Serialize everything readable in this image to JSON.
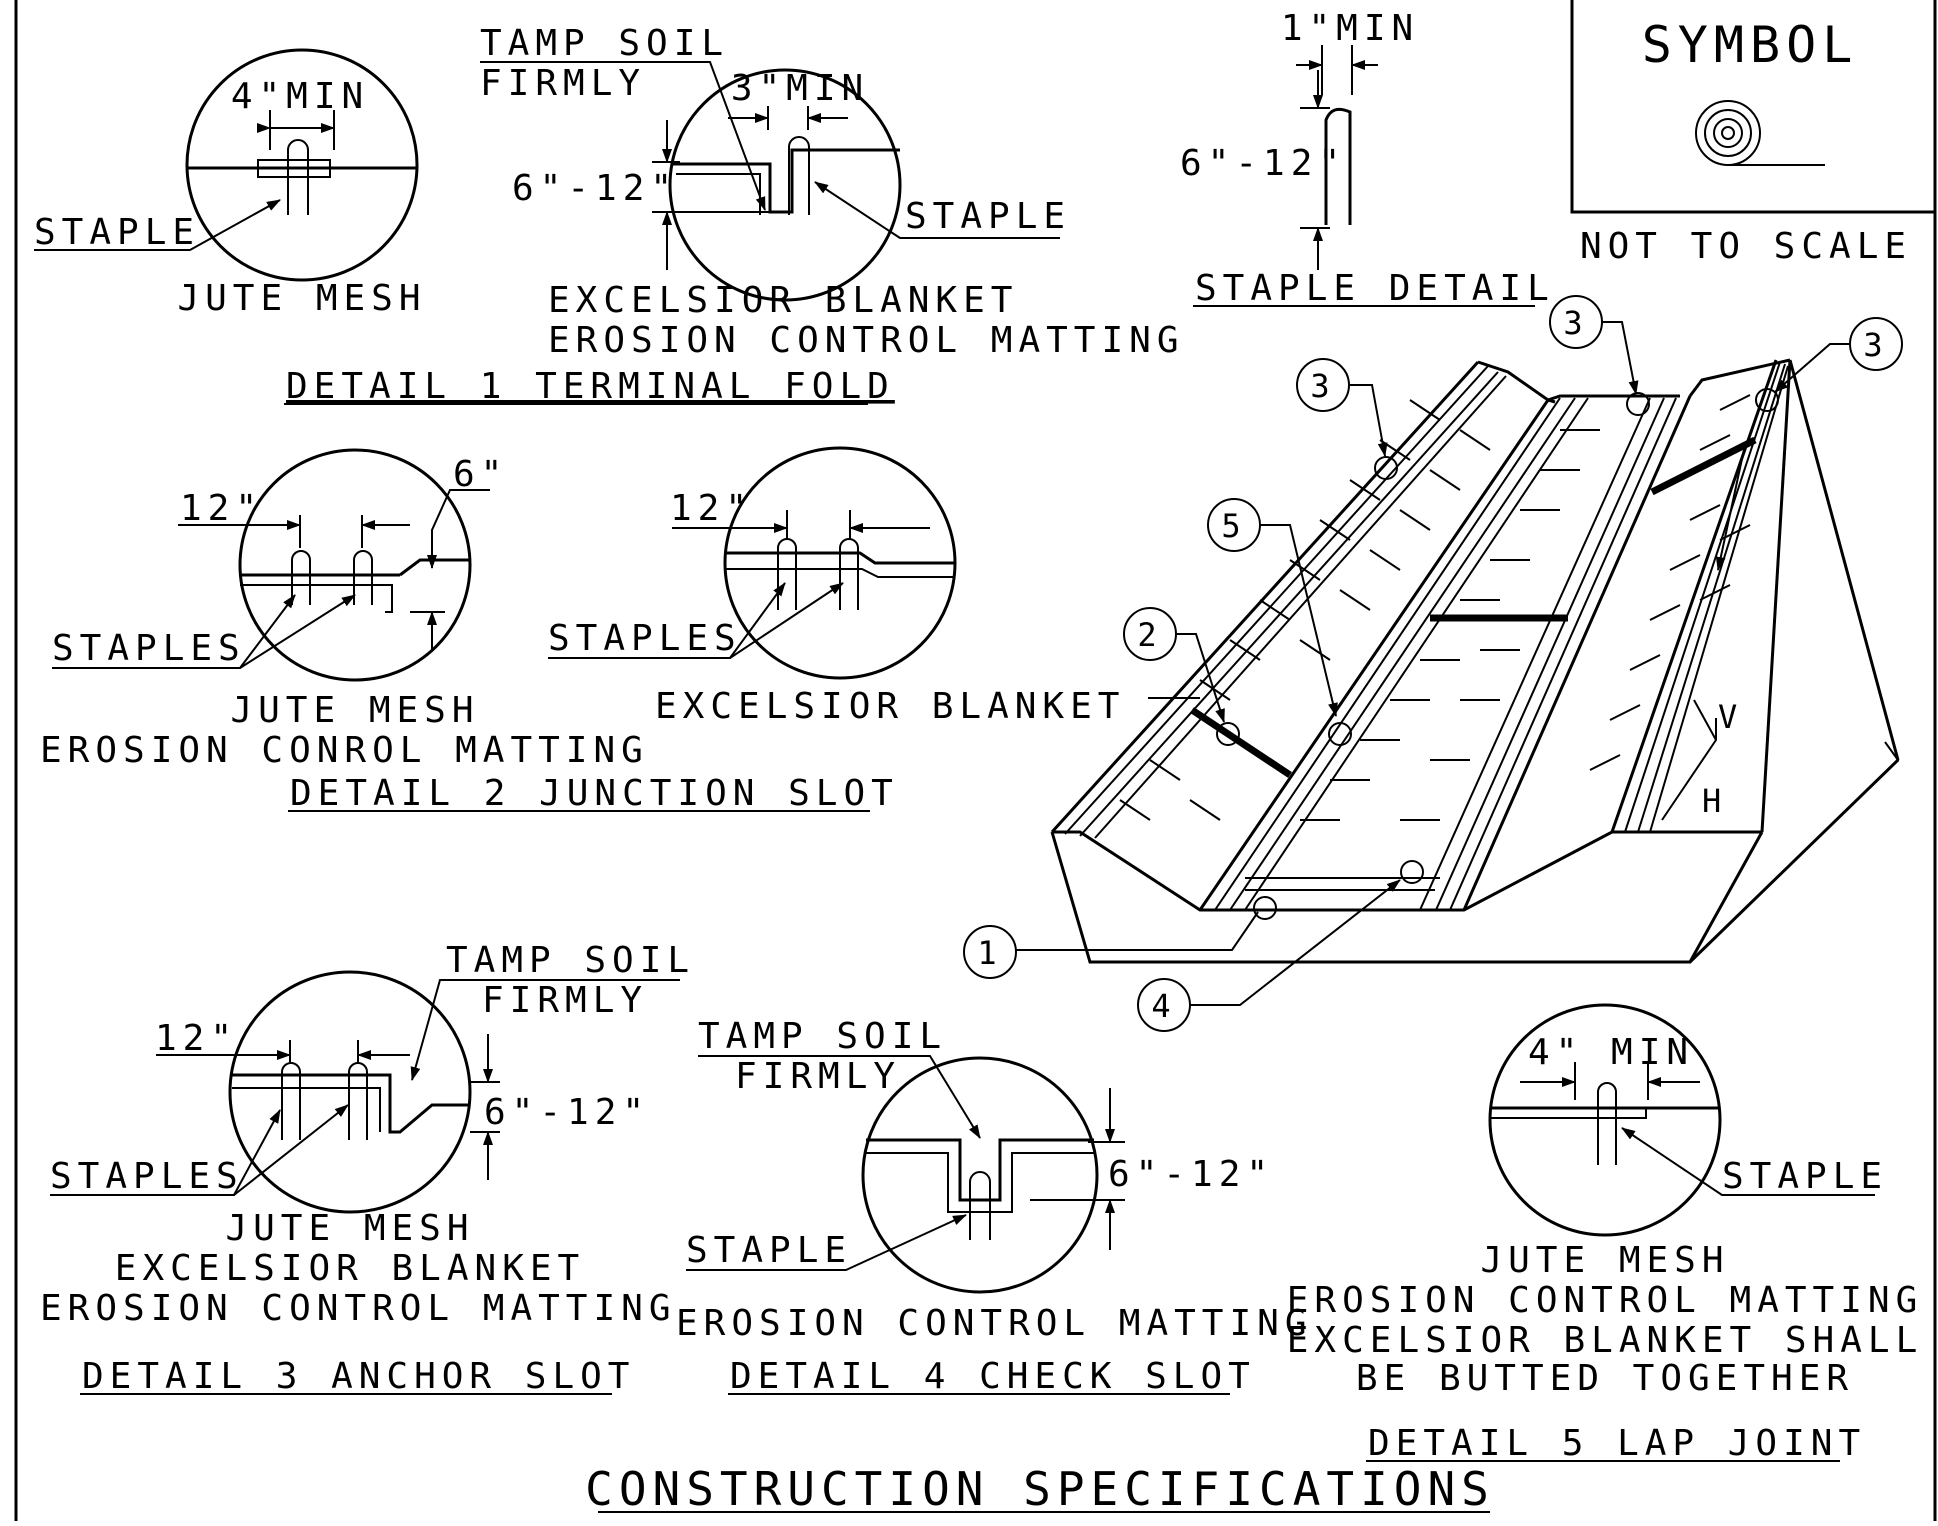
{
  "symbol_box": {
    "title": "SYMBOL",
    "scale_note": "NOT TO SCALE"
  },
  "detail1": {
    "title": "DETAIL 1 TERMINAL FOLD",
    "jute_min": "4\"MIN",
    "staple": "STAPLE",
    "jute_mesh": "JUTE MESH",
    "tamp_line1": "TAMP SOIL",
    "tamp_line2": "FIRMLY",
    "excelsior_min": "3\"MIN",
    "depth": "6\"-12\"",
    "staple2": "STAPLE",
    "material1": "EXCELSIOR BLANKET",
    "material2": "EROSION CONTROL MATTING"
  },
  "staple_detail": {
    "title": "STAPLE DETAIL",
    "width": "1\"MIN",
    "length": "6\"-12\""
  },
  "detail2": {
    "title": "DETAIL 2 JUNCTION SLOT",
    "left_spacing": "12\"",
    "left_depth": "6\"",
    "left_staples": "STAPLES",
    "left_material1": "JUTE MESH",
    "left_material2": "EROSION CONROL MATTING",
    "right_spacing": "12\"",
    "right_staples": "STAPLES",
    "right_material": "EXCELSIOR BLANKET"
  },
  "iso_view": {
    "callouts": [
      "1",
      "2",
      "3",
      "3",
      "3",
      "4",
      "5"
    ],
    "v_label": "V",
    "h_label": "H"
  },
  "detail3": {
    "title": "DETAIL 3 ANCHOR SLOT",
    "spacing": "12\"",
    "tamp_line1": "TAMP SOIL",
    "tamp_line2": "FIRMLY",
    "depth": "6\"-12\"",
    "staples": "STAPLES",
    "material1": "JUTE MESH",
    "material2": "EXCELSIOR BLANKET",
    "material3": "EROSION CONTROL MATTING"
  },
  "detail4": {
    "title": "DETAIL 4 CHECK SLOT",
    "tamp_line1": "TAMP SOIL",
    "tamp_line2": "FIRMLY",
    "depth": "6\"-12\"",
    "staple": "STAPLE",
    "material": "EROSION CONTROL MATTING"
  },
  "detail5": {
    "title": "DETAIL 5 LAP JOINT",
    "min": "4\" MIN",
    "staple": "STAPLE",
    "note1": "JUTE MESH",
    "note2": "EROSION CONTROL MATTING",
    "note3": "EXCELSIOR BLANKET SHALL",
    "note4": "BE BUTTED TOGETHER"
  },
  "footer": {
    "title": "CONSTRUCTION SPECIFICATIONS"
  }
}
